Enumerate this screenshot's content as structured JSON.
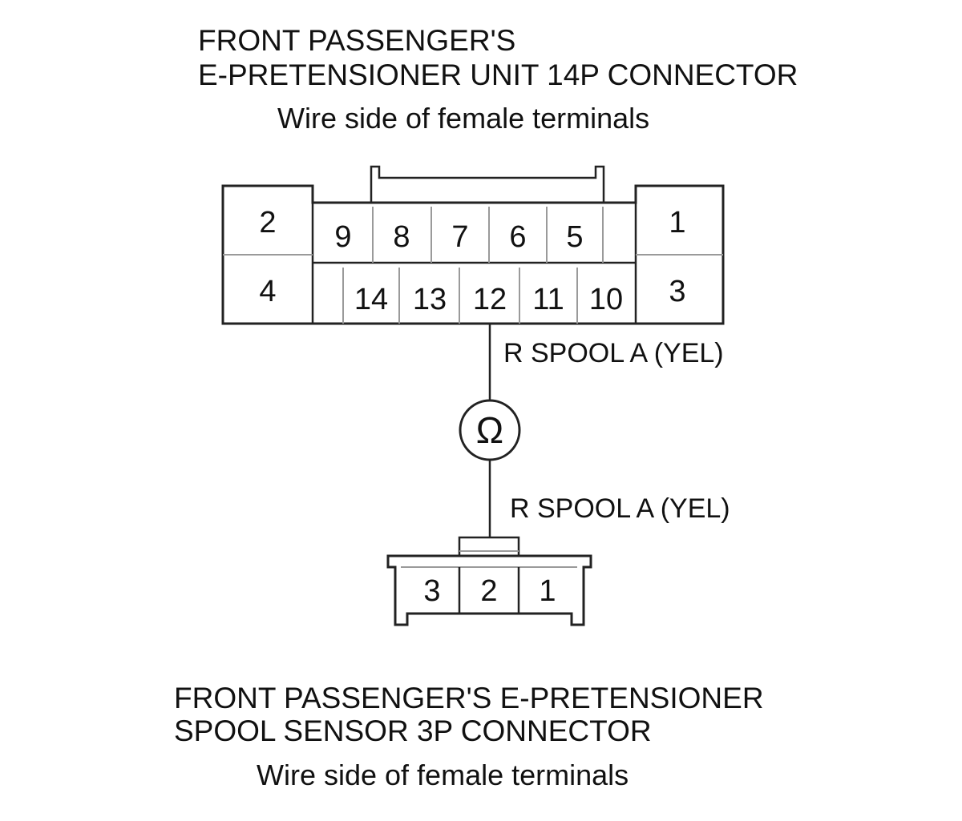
{
  "connector_14p": {
    "title_line1": "FRONT PASSENGER'S",
    "title_line2": "E-PRETENSIONER UNIT 14P CONNECTOR",
    "subtitle": "Wire side of female terminals",
    "pins": [
      "1",
      "2",
      "3",
      "4",
      "5",
      "6",
      "7",
      "8",
      "9",
      "10",
      "11",
      "12",
      "13",
      "14"
    ]
  },
  "connector_3p": {
    "title_line1": "FRONT PASSENGER'S E-PRETENSIONER",
    "title_line2": "SPOOL SENSOR 3P CONNECTOR",
    "subtitle": "Wire side of female terminals",
    "pins": [
      "1",
      "2",
      "3"
    ]
  },
  "wire_upper_label": "R SPOOL A (YEL)",
  "wire_lower_label": "R SPOOL A (YEL)",
  "meter_icon": "ohmmeter-icon",
  "meter_symbol": "Ω"
}
